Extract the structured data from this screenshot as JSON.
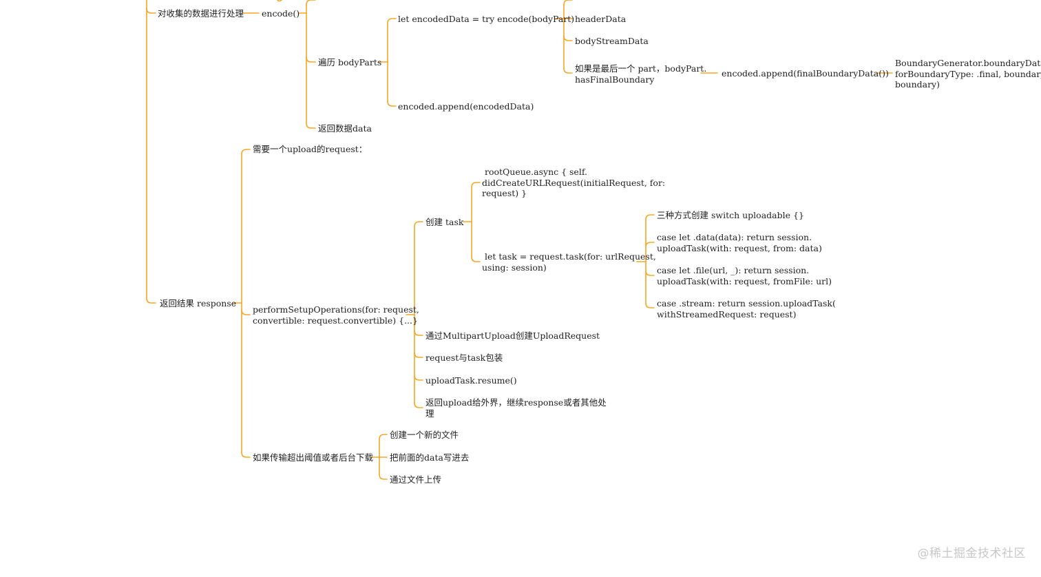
{
  "colors": {
    "line": "#f5a623",
    "text": "#1f1f1f",
    "watermark": "#c7c7c7"
  },
  "nodes": {
    "process_collected": "对收集的数据进行处理",
    "encode": "encode()",
    "traverse_bodyparts": "遍历 bodyParts",
    "return_data": "返回数据data",
    "let_encoded": "let encodedData = try encode(bodyPart)",
    "encoded_append": "encoded.append(encodedData)",
    "header_data": "headerData",
    "body_stream_data": "bodyStreamData",
    "if_last_part": "如果是最后一个 part，bodyPart.\nhasFinalBoundary",
    "encoded_append_final": "encoded.append(finalBoundaryData())",
    "boundary_generator": "BoundaryGenerator.boundaryData(\nforBoundaryType: .final, boundary:\nboundary)",
    "return_response": "返回结果 response",
    "need_upload_request": "需要一个upload的request：",
    "perform_setup": "performSetupOperations(for: request,\nconvertible: request.convertible) {...}",
    "if_exceeds": "如果传输超出阈值或者后台下载",
    "create_task": "创建 task",
    "via_multipart": "通过MultipartUpload创建UploadRequest",
    "request_task_wrap": "request与task包装",
    "upload_resume": "uploadTask.resume()",
    "return_upload": "返回upload给外界，继续response或者其他处\n理",
    "root_queue": " rootQueue.async { self.\ndidCreateURLRequest(initialRequest, for:\nrequest) }",
    "let_task": " let task = request.task(for: urlRequest,\nusing: session)",
    "three_ways": "三种方式创建 switch uploadable {}",
    "case_data": "case let .data(data): return session.\nuploadTask(with: request, from: data)",
    "case_file": "case let .file(url, _): return session.\nuploadTask(with: request, fromFile: url)",
    "case_stream": "case .stream: return session.uploadTask(\nwithStreamedRequest: request)",
    "create_new_file": "创建一个新的文件",
    "write_data": "把前面的data写进去",
    "upload_via_file": "通过文件上传"
  },
  "watermark": "@稀土掘金技术社区"
}
